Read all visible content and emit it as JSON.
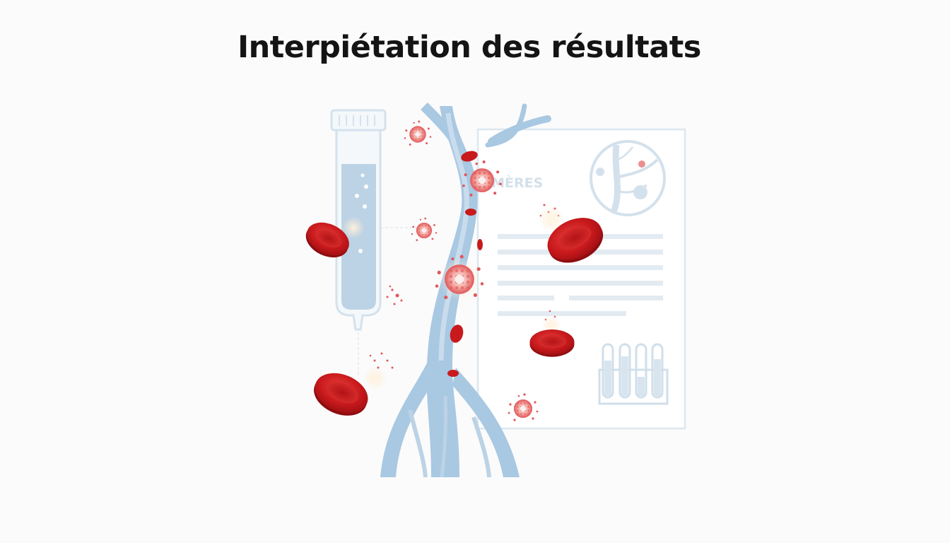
{
  "title": "Interpiétation des résultats",
  "illustration": {
    "document_heading": "D-IMÈRES",
    "elements": [
      "test-tube",
      "blood-vessel",
      "report-document",
      "red-blood-cells",
      "d-dimer-particles",
      "microscope-inset",
      "test-tube-rack"
    ],
    "colors": {
      "background": "#fbfbfb",
      "title_text": "#141414",
      "vessel": "#a9c8e2",
      "vessel_light": "#c9dced",
      "red_cell": "#c8191c",
      "red_cell_dark": "#a01014",
      "particle": "#e0575a",
      "document_lines": "#e3ebf2",
      "document_border": "#dce7ef"
    }
  }
}
